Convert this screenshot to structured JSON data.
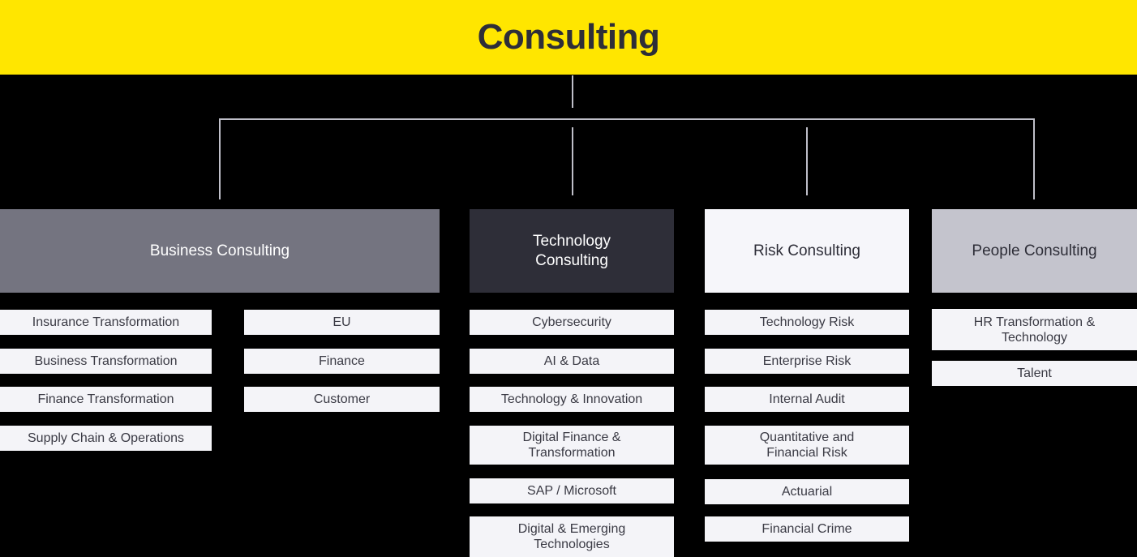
{
  "title": "Consulting",
  "colors": {
    "brand_yellow": "#FFE600",
    "background": "#000000",
    "business_header_bg": "#747480",
    "technology_header_bg": "#2E2E38",
    "risk_header_bg": "#F6F6FA",
    "people_header_bg": "#C4C4CD",
    "item_bg": "#F4F4F8",
    "connector": "#BFBFC9",
    "dark_text": "#2E2E38",
    "light_text": "#FFFFFF",
    "item_text": "#3A3A44"
  },
  "branches": [
    {
      "label": "Business Consulting",
      "children_col1": [
        "Insurance Transformation",
        "Business Transformation",
        "Finance Transformation",
        "Supply Chain & Operations"
      ],
      "children_col2": [
        "EU",
        "Finance",
        "Customer"
      ]
    },
    {
      "label": "Technology\nConsulting",
      "children": [
        "Cybersecurity",
        "AI & Data",
        "Technology & Innovation",
        "Digital Finance &\nTransformation",
        "SAP / Microsoft",
        "Digital & Emerging\nTechnologies"
      ]
    },
    {
      "label": "Risk Consulting",
      "children": [
        "Technology Risk",
        "Enterprise Risk",
        "Internal Audit",
        "Quantitative and\nFinancial Risk",
        "Actuarial",
        "Financial Crime"
      ]
    },
    {
      "label": "People Consulting",
      "children": [
        "HR Transformation &\nTechnology",
        "Talent"
      ]
    }
  ]
}
